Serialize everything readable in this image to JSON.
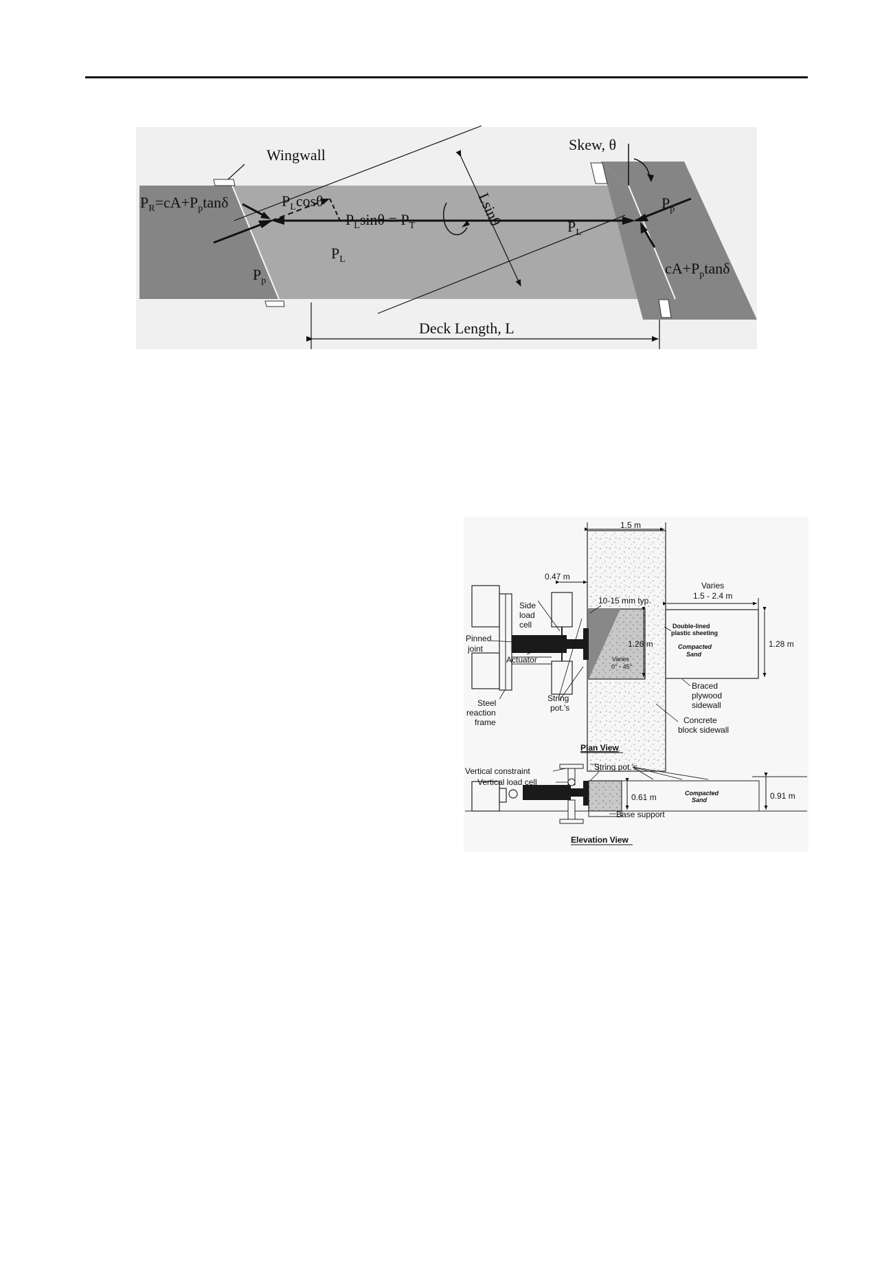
{
  "figure1": {
    "labels": {
      "wingwall": "Wingwall",
      "skew": "Skew, θ",
      "pr_main": "P",
      "pr_sub": "R",
      "pr_rest": "=cA+P",
      "pr_sub2": "p",
      "pr_tail": "tanδ",
      "plcos_main": "P",
      "plcos_sub": "L",
      "plcos_tail": "cosθ",
      "plsin_main": "P",
      "plsin_sub": "L",
      "plsin_mid": "sinθ = P",
      "plsin_sub2": "T",
      "lsin": "Lsinθ",
      "pl_right_main": "P",
      "pl_right_sub": "L",
      "pl_left_main": "P",
      "pl_left_sub": "L",
      "pp_left_main": "P",
      "pp_left_sub": "p",
      "pp_right_main": "P",
      "pp_right_sub": "p",
      "ca_main": "cA+P",
      "ca_sub": "p",
      "ca_tail": "tanδ",
      "deck_length": "Deck Length, L"
    }
  },
  "figure2": {
    "dims": {
      "width_1_5": "1.5 m",
      "d_047": "0.47 m",
      "varies": "Varies",
      "varies_range": "1.5 - 2.4 m",
      "gap": "10-15 mm typ.",
      "h_126": "1.26 m",
      "h_128": "1.28 m",
      "skew_varies": "Varies",
      "skew_range": "0° - 45°",
      "h_061": "0.61 m",
      "h_091": "0.91 m"
    },
    "labels": {
      "side": "Side",
      "load": "load",
      "cell": "cell",
      "pinned": "Pinned",
      "joint": "joint",
      "actuator": "Actuator",
      "steel": "Steel",
      "reaction": "reaction",
      "frame": "frame",
      "string": "String",
      "pots": "pot.'s",
      "double_lined": "Double-lined",
      "plastic": "plastic sheeting",
      "compacted": "Compacted",
      "sand": "Sand",
      "braced": "Braced",
      "plywood": "plywood",
      "sidewall": "sidewall",
      "concrete": "Concrete",
      "block": "block sidewall",
      "plan_view": "Plan View",
      "vertical_constraint": "Vertical constraint",
      "vertical_load_cell": "Vertical load cell",
      "string_pots_top": "String pot.'s",
      "compacted2": "Compacted",
      "sand2": "Sand",
      "base_support": "Base support",
      "elevation_view": "Elevation View"
    }
  }
}
